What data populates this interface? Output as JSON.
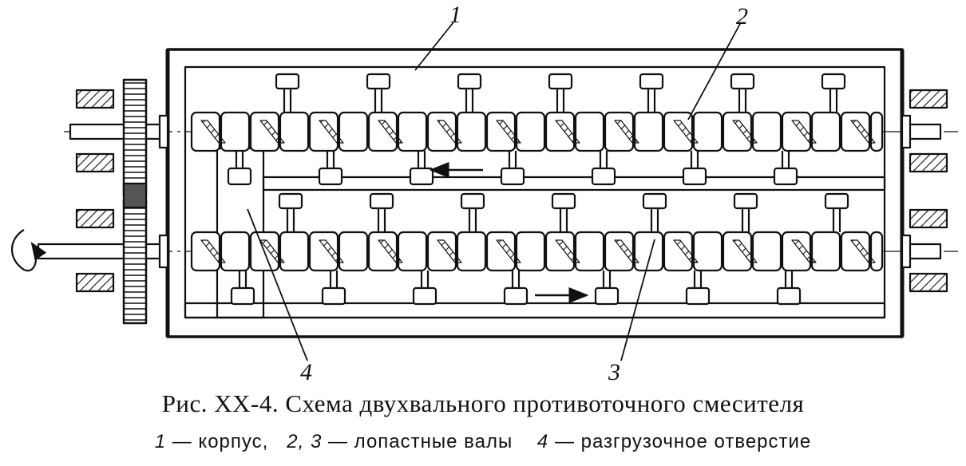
{
  "figure": {
    "caption": "Рис. XX-4. Схема двухвального противоточного смесителя",
    "labels": [
      "1",
      "2",
      "3",
      "4"
    ],
    "legend": [
      {
        "num": "1",
        "text": "— корпус,"
      },
      {
        "num": "2, 3",
        "text": "— лопастные валы"
      },
      {
        "num": "4",
        "text": "— разгрузочное отверстие"
      }
    ]
  }
}
